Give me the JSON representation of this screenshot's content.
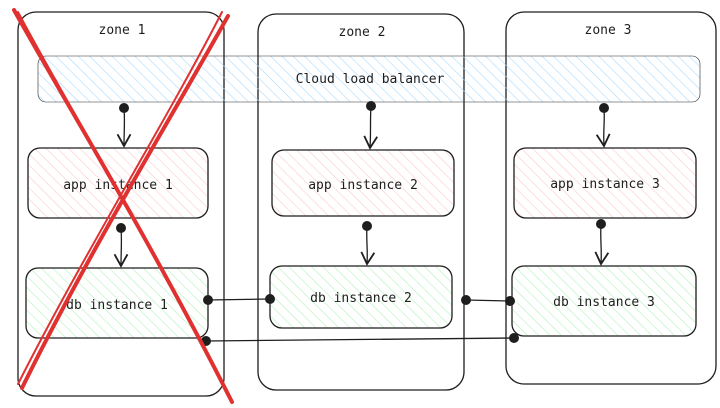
{
  "zones": [
    {
      "label": "zone 1"
    },
    {
      "label": "zone 2"
    },
    {
      "label": "zone 3"
    }
  ],
  "load_balancer": {
    "label": "Cloud load balancer"
  },
  "app_instances": [
    {
      "label": "app instance 1"
    },
    {
      "label": "app instance 2"
    },
    {
      "label": "app instance 3"
    }
  ],
  "db_instances": [
    {
      "label": "db instance 1"
    },
    {
      "label": "db instance 2"
    },
    {
      "label": "db instance 3"
    }
  ],
  "colors": {
    "stroke": "#1e1e1e",
    "load_balancer_fill": "#a5d8ff",
    "app_fill": "#ffc9c9",
    "db_fill": "#b2f2bb",
    "failure_cross": "#e03131"
  },
  "failed_zone": "zone 1"
}
